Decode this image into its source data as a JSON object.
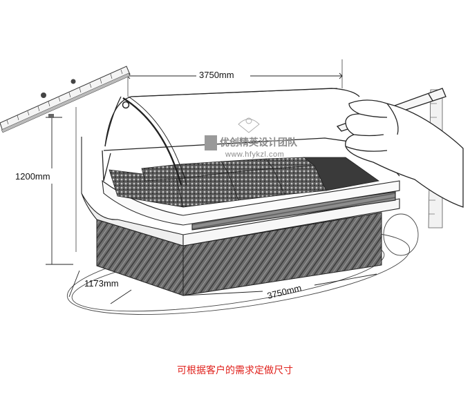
{
  "dimensions": {
    "top_width": "3750mm",
    "height": "1200mm",
    "depth": "1173mm",
    "bottom_width": "3750mm"
  },
  "watermark": {
    "brand": "优创精英设计团队",
    "url": "www.hfykzl.com"
  },
  "caption": "可根据客户的需求定做尺寸",
  "colors": {
    "caption": "#e0211c",
    "sketch_line": "#333333",
    "watermark": "#8a8a8a"
  }
}
